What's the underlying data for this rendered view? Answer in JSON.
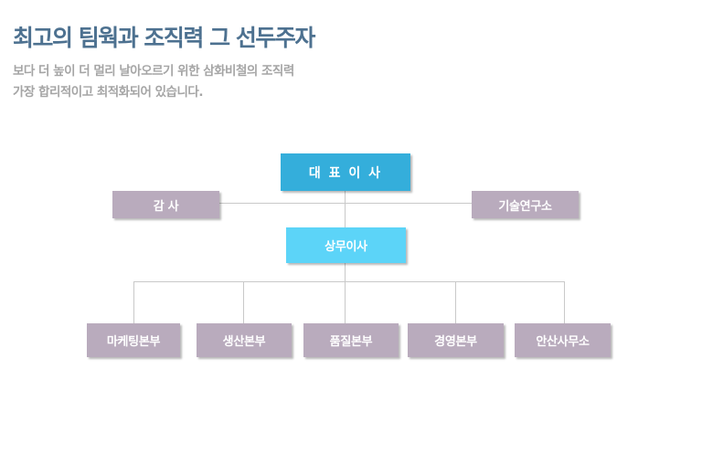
{
  "header": {
    "title": "최고의 팀웍과 조직력 그 선두주자",
    "subtitle_line1": "보다 더 높이 더 멀리 날아오르기 위한  삼화비철의 조직력",
    "subtitle_line2": "가장 합리적이고 최적화되어 있습니다."
  },
  "org": {
    "ceo": "대 표 이 사",
    "auditor": "감 사",
    "research": "기술연구소",
    "managing_director": "상무이사",
    "departments": [
      "마케팅본부",
      "생산본부",
      "품질본부",
      "경영본부",
      "안산사무소"
    ]
  },
  "colors": {
    "title": "#4d7190",
    "ceo_box": "#34aedb",
    "managing_box": "#5cd4f8",
    "department_box": "#b9abbd",
    "connector": "#c9c9c9"
  }
}
